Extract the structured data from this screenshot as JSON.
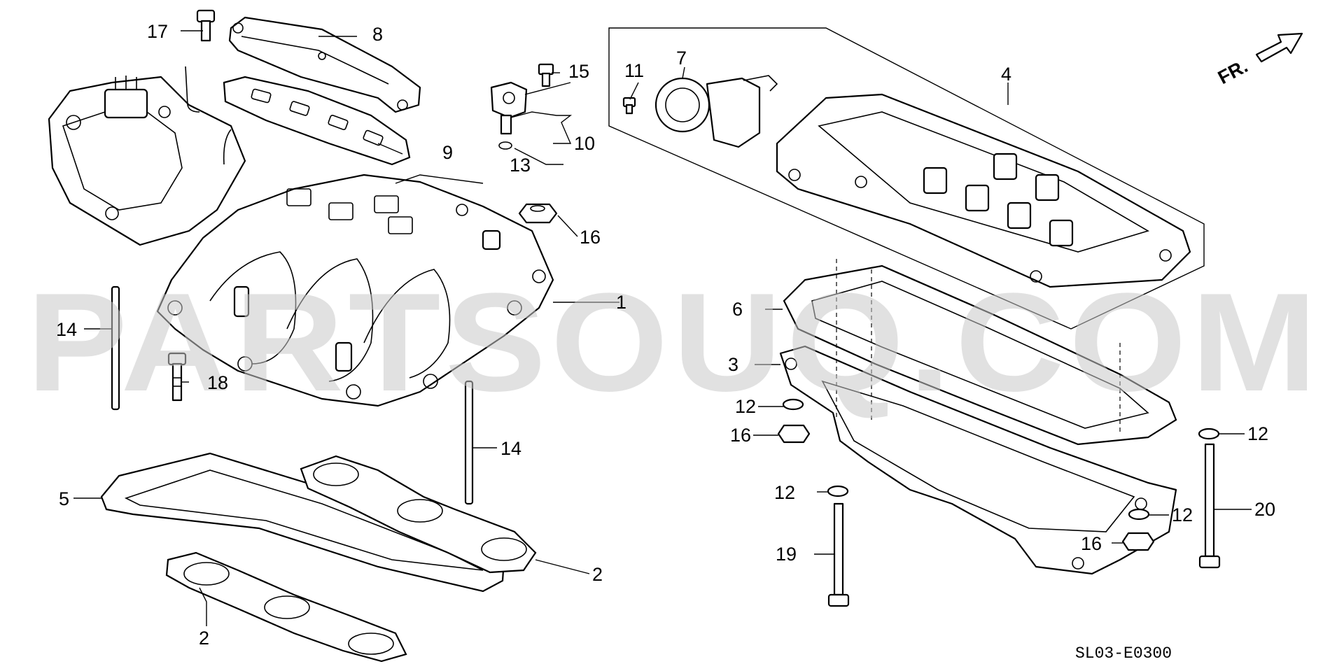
{
  "diagram": {
    "watermark": "PARTSOUQ.COM",
    "direction_label": "FR.",
    "diagram_code": "SL03-E0300",
    "callouts": {
      "c1": "1",
      "c2a": "2",
      "c2b": "2",
      "c3": "3",
      "c4": "4",
      "c5": "5",
      "c6": "6",
      "c7": "7",
      "c8": "8",
      "c9": "9",
      "c10": "10",
      "c11": "11",
      "c12a": "12",
      "c12b": "12",
      "c12c": "12",
      "c12d": "12",
      "c13": "13",
      "c14a": "14",
      "c14b": "14",
      "c15": "15",
      "c16a": "16",
      "c16b": "16",
      "c16c": "16",
      "c17": "17",
      "c18": "18",
      "c19": "19",
      "c20": "20"
    }
  }
}
